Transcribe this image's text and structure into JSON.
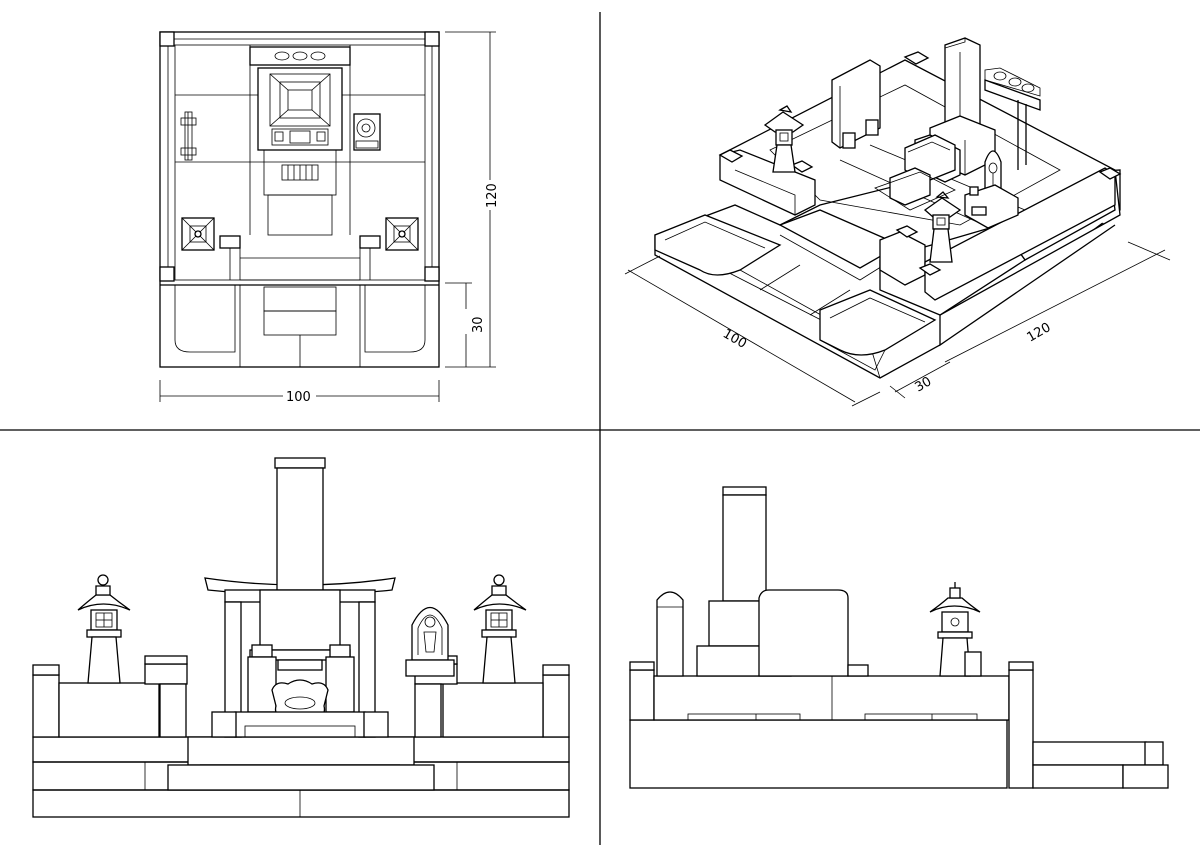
{
  "drawing": {
    "views": {
      "plan": {
        "width_label": "100",
        "depth_label": "120",
        "step_label": "30"
      },
      "isometric": {
        "width_label": "100",
        "depth_label": "120",
        "step_label": "30"
      },
      "front_elevation": {},
      "side_elevation": {}
    },
    "line_color": "#000000",
    "background": "#ffffff"
  }
}
